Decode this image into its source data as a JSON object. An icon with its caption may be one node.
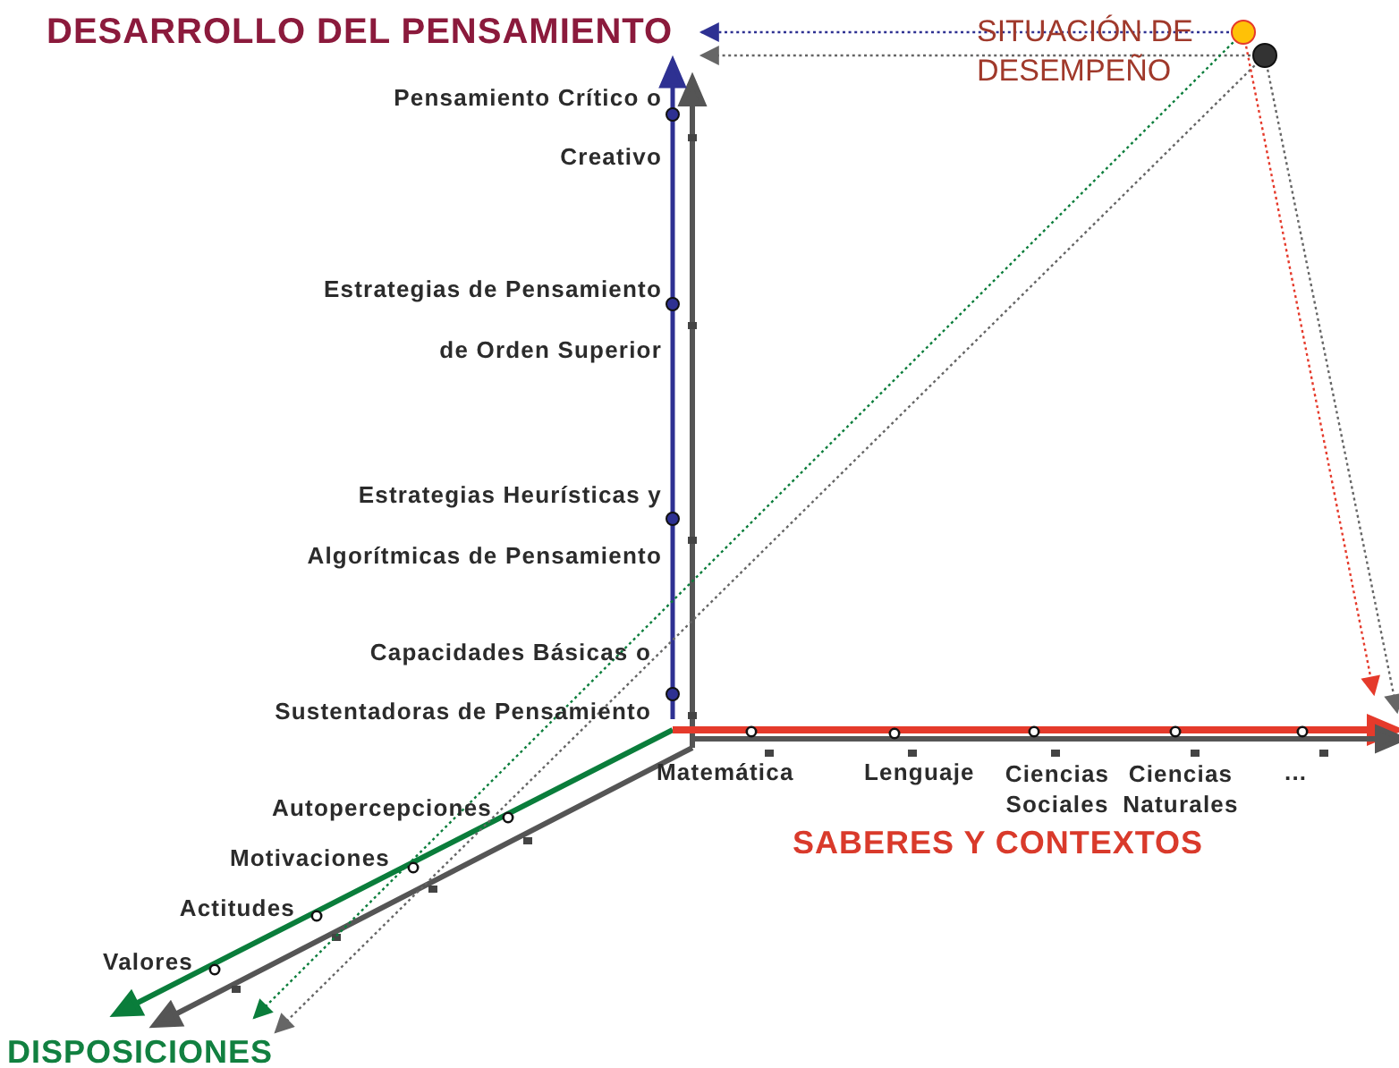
{
  "diagram": {
    "nodes": [
      {
        "text": [],
        "shape": "circle",
        "beside": [
          "SITUACIÓN DE DESEMPEÑO"
        ]
      },
      {
        "text": [],
        "shape": "circle"
      },
      {
        "text": [
          "DESARROLLO DEL PENSAMIENTO"
        ]
      },
      {
        "text": [
          "DISPOSICIONES"
        ]
      },
      {
        "text": [],
        "shape": "arrow"
      },
      {
        "text": [],
        "shape": "arrow"
      }
    ],
    "edges": [
      {
        "from": 0,
        "to": 2,
        "arrow": "to",
        "style": "dashed",
        "color": "#2e3192"
      },
      {
        "from": 1,
        "to": 2,
        "arrow": "to",
        "style": "dashed"
      },
      {
        "from": 0,
        "to": 3,
        "arrow": "to",
        "style": "dashed",
        "color": "#0a7d3b"
      },
      {
        "from": 1,
        "to": 3,
        "arrow": "to",
        "style": "dashed"
      },
      {
        "from": 0,
        "to": 4,
        "arrow": "to",
        "style": "dashed",
        "color": "#e53a2b"
      },
      {
        "from": 1,
        "to": 5,
        "arrow": "to",
        "style": "dashed"
      }
    ],
    "labels": [
      "Pensamiento Crítico o",
      "Creativo",
      "Estrategias de Pensamiento",
      "de Orden Superior",
      "Estrategias Heurísticas y",
      "Algorítmicas de Pensamiento",
      "Capacidades Básicas o",
      "Sustentadoras de Pensamiento",
      "Autopercepciones",
      "Motivaciones",
      "Actitudes",
      "Valores",
      "Matemática",
      "Lenguaje",
      "Ciencias Sociales",
      "Ciencias Naturales",
      "...",
      "SABERES Y CONTEXTOS"
    ]
  }
}
